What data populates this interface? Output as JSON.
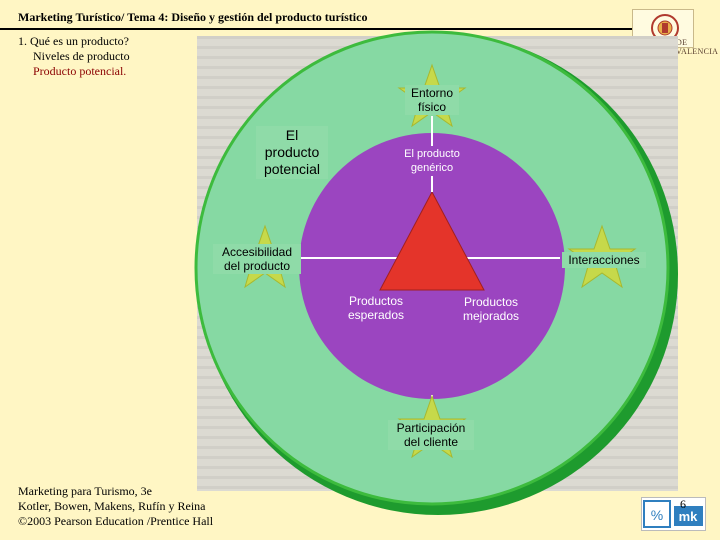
{
  "header": {
    "title": "Marketing Turístico/ Tema 4: Diseño y gestión del producto turístico",
    "logo_text": "DE VALENCIA"
  },
  "outline": {
    "item1": "1. Qué es un producto?",
    "item2": "Niveles de producto",
    "item3": "Producto potencial."
  },
  "diagram": {
    "label_potential": "El producto potencial",
    "label_generic": "El producto genérico",
    "label_entorno": "Entorno físico",
    "label_accesibilidad": "Accesibilidad del producto",
    "label_interacciones": "Interacciones",
    "label_participacion": "Participación del cliente",
    "label_esperados": "Productos esperados",
    "label_mejorados": "Productos mejorados",
    "colors": {
      "outer_ring": "#3dbb3d",
      "outer_fill": "#86d9a3",
      "inner_fill": "#9b45c0",
      "triangle": "#e4342a",
      "star": "#c6d94a"
    }
  },
  "footer": {
    "line1": "Marketing para Turismo, 3e",
    "line2": "Kotler, Bowen, Makens, Rufín y Reina",
    "line3": "©2003 Pearson Education /Prentice Hall",
    "page_number": "6",
    "logo_text": "mk"
  }
}
